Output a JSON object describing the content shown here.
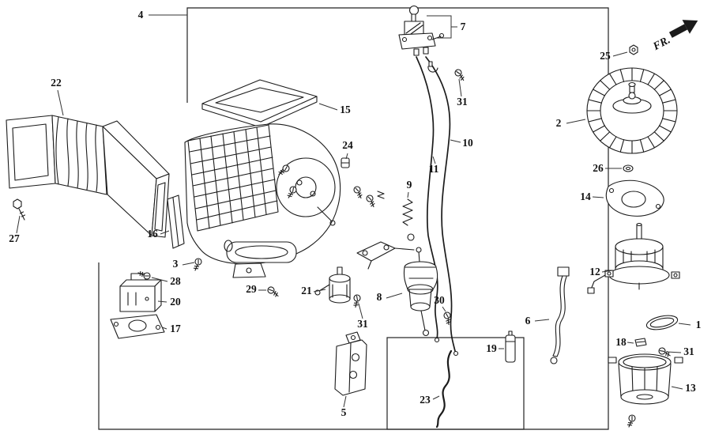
{
  "page": {
    "background": "#ffffff",
    "line_color": "#1b1b1b"
  },
  "direction_indicator": {
    "label": "FR."
  },
  "callouts": [
    {
      "part": "4"
    },
    {
      "part": "7"
    },
    {
      "part": "22"
    },
    {
      "part": "25"
    },
    {
      "part": "2"
    },
    {
      "part": "15"
    },
    {
      "part": "31"
    },
    {
      "part": "24"
    },
    {
      "part": "10"
    },
    {
      "part": "11"
    },
    {
      "part": "26"
    },
    {
      "part": "14"
    },
    {
      "part": "9"
    },
    {
      "part": "27"
    },
    {
      "part": "16"
    },
    {
      "part": "12"
    },
    {
      "part": "3"
    },
    {
      "part": "28"
    },
    {
      "part": "20"
    },
    {
      "part": "29"
    },
    {
      "part": "21"
    },
    {
      "part": "8"
    },
    {
      "part": "31"
    },
    {
      "part": "30"
    },
    {
      "part": "17"
    },
    {
      "part": "6"
    },
    {
      "part": "19"
    },
    {
      "part": "1"
    },
    {
      "part": "18"
    },
    {
      "part": "31"
    },
    {
      "part": "13"
    },
    {
      "part": "5"
    },
    {
      "part": "23"
    }
  ]
}
